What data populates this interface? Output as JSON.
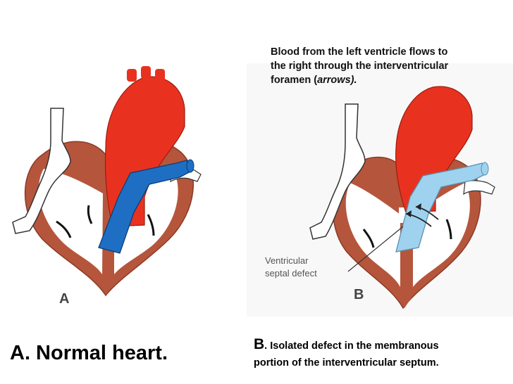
{
  "callout": {
    "line1": "Blood from the left ventricle flows to",
    "line2": "the right through the interventricular",
    "line3_prefix": "foramen (",
    "line3_italic": "arrows)."
  },
  "diagram_a": {
    "letter": "A"
  },
  "diagram_b": {
    "letter": "B",
    "vsd_label_line1": "Ventricular",
    "vsd_label_line2": "septal defect"
  },
  "caption_a": "A. Normal heart.",
  "caption_b": {
    "lead": "B",
    "rest_line1": ". Isolated defect in the membranous",
    "line2": "portion of the interventricular septum."
  },
  "colors": {
    "myocardium": "#b5563c",
    "aorta_red": "#e8321f",
    "pulmonary_blue": "#1e6fc4",
    "pulmonary_light_blue": "#9fd2ee"
  }
}
